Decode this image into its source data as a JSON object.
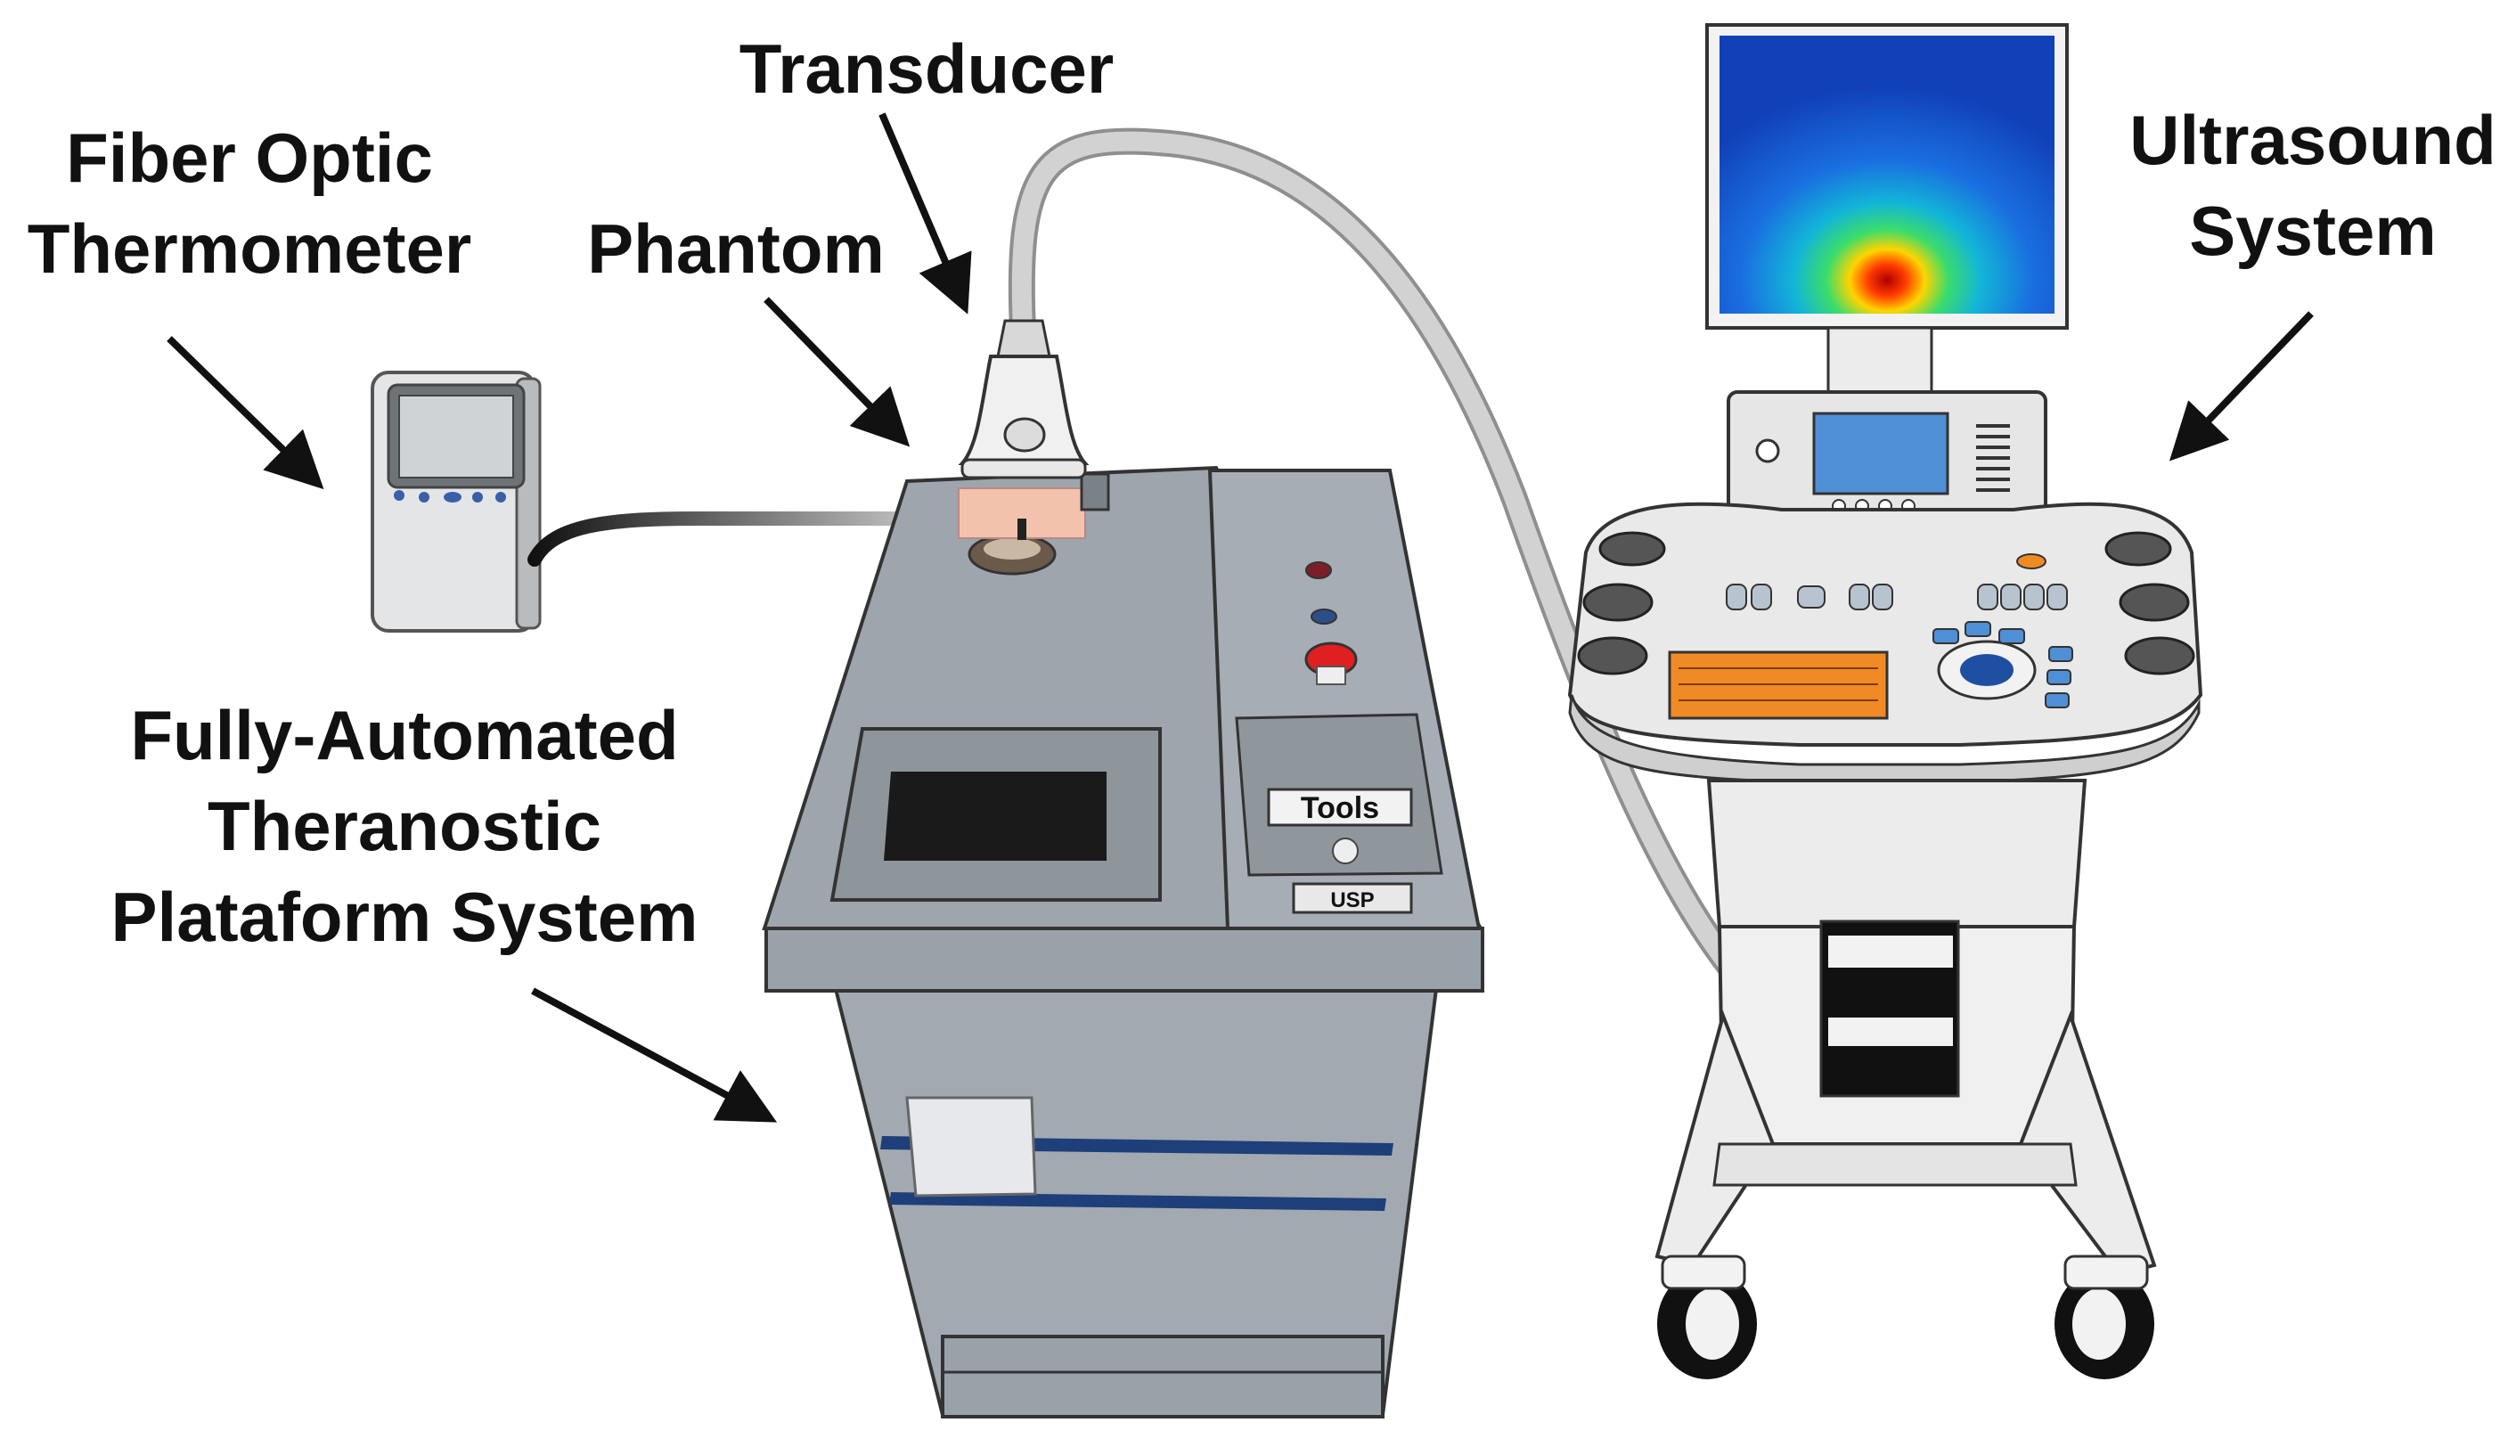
{
  "labels": {
    "transducer": "Transducer",
    "fiber_optic_line1": "Fiber Optic",
    "fiber_optic_line2": "Thermometer",
    "phantom": "Phantom",
    "ultrasound_line1": "Ultrasound",
    "ultrasound_line2": "System",
    "platform_line1": "Fully-Automated",
    "platform_line2": "Theranostic",
    "platform_line3": "Plataform System"
  },
  "panel": {
    "tools": "Tools",
    "usp": "USP"
  },
  "colors": {
    "platform_body": "#9aa2a9",
    "platform_dark": "#7f878e",
    "phantom": "#f2c2ad",
    "stripe": "#1f3f7a",
    "keyboard": "#f08a24",
    "screen_blue": "#4f8fd6",
    "cable": "#c8c8c8"
  }
}
